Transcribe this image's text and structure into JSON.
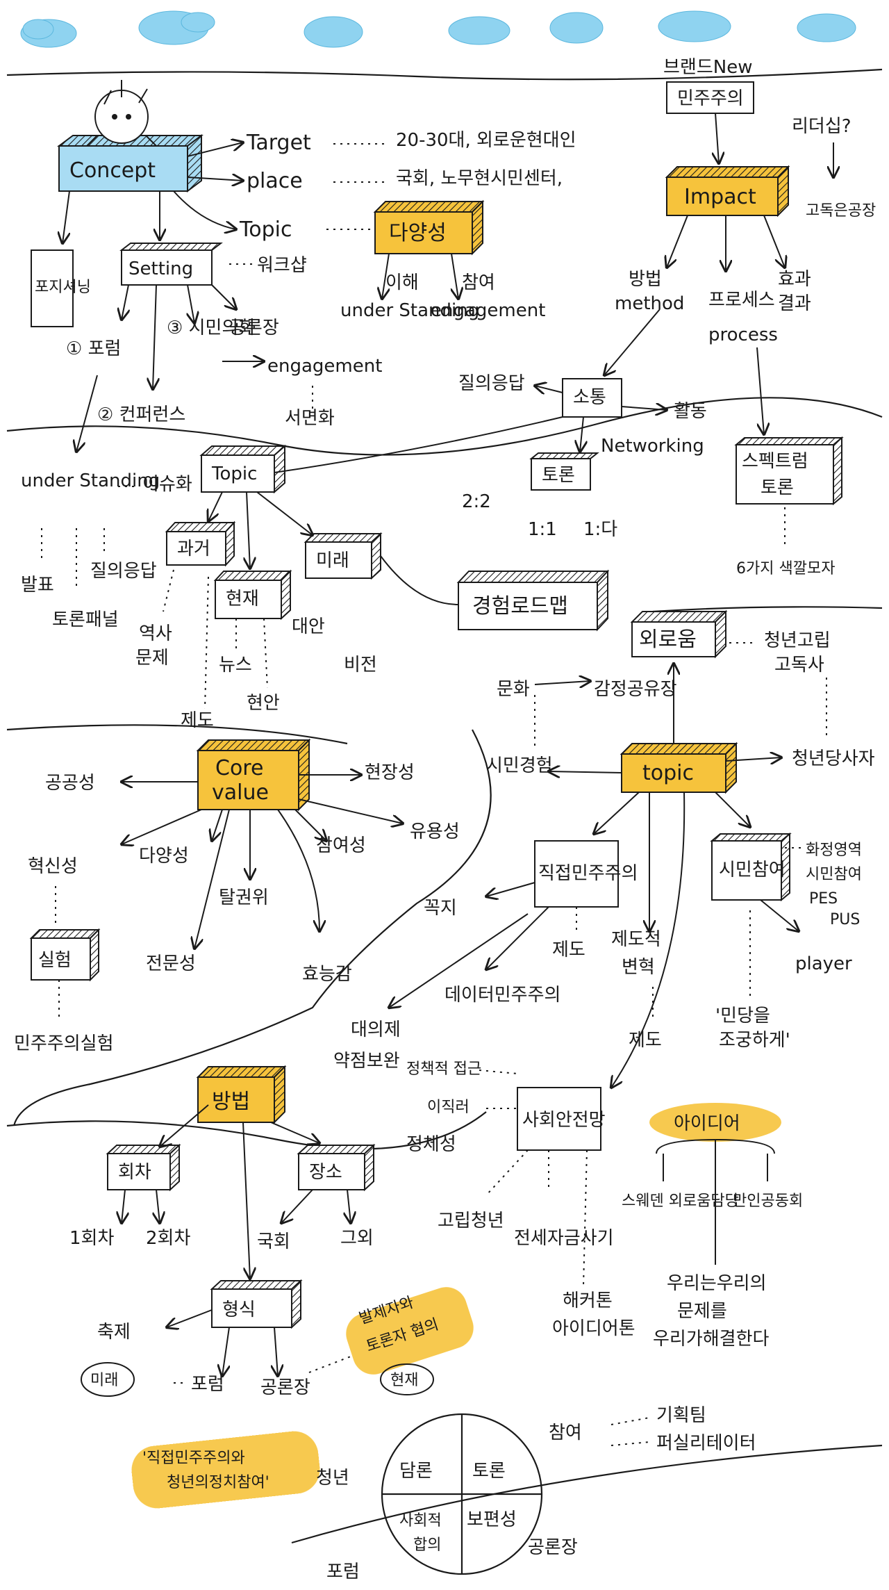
{
  "colors": {
    "ink": "#1a1a1a",
    "highlight": "#f6c33c",
    "sky": "#8fd3f0",
    "concept_fill": "#a9dcf3"
  },
  "nodes": {
    "concept": "Concept",
    "target": "Target",
    "target_detail": "20-30대, 외로운현대인",
    "place": "place",
    "place_detail": "국회, 노무현시민센터,",
    "topic": "Topic",
    "diversity": "다양성",
    "understanding_kr": "이해",
    "participation_kr": "참여",
    "understanding": "under Standing",
    "engagement": "engagement",
    "positioning": "포지셔닝",
    "setting": "Setting",
    "workshop": "워크샵",
    "forum1": "① 포럼",
    "conference2": "② 컨퍼런스",
    "civic_forum3": "③ 시민의회",
    "gongron": "공론장",
    "engagement2": "engagement",
    "written": "서면화",
    "brand_new": "브랜드New",
    "democracy": "민주주의",
    "leadership": "리더십?",
    "impact": "Impact",
    "lonely_public": "고독은공장",
    "method_kr": "방법",
    "method": "method",
    "process_kr": "프로세스",
    "process": "process",
    "effect": "효과",
    "result": "결과",
    "qna": "질의응답",
    "communication": "소통",
    "activity": "활동",
    "networking": "Networking",
    "debate": "토론",
    "r22": "2:2",
    "r11": "1:1",
    "r1n": "1:다",
    "spectrum": "스펙트럼",
    "spectrum_debate": "토론",
    "six_hats": "6가지 색깔모자",
    "understanding_left": "under Standing",
    "issue": "이슈화",
    "topic2": "Topic",
    "presentation": "발표",
    "panel": "토론패널",
    "qna2": "질의응답",
    "past": "과거",
    "present": "현재",
    "future": "미래",
    "history": "역사",
    "problem": "문제",
    "news": "뉴스",
    "system": "제도",
    "pending": "현안",
    "alternative": "대안",
    "vision": "비전",
    "roadmap": "경험로드맵",
    "loneliness": "외로움",
    "isolated_youth": "청년고립",
    "solitary_death": "고독사",
    "culture": "문화",
    "empathy": "감정공유장",
    "civic_exp": "시민경험",
    "topic3": "topic",
    "youth_party": "청년당사자",
    "core": "Core",
    "value": "value",
    "gongong": "공공성",
    "fieldness": "현장성",
    "innovation": "혁신성",
    "diversity2": "다양성",
    "participation2": "참여성",
    "usefulness": "유용성",
    "dehierarchy": "탈권위",
    "expertise": "전문성",
    "efficacy": "효능감",
    "experiment": "실험",
    "democ_experiment": "민주주의실험",
    "direct_democ": "직접민주주의",
    "bottom": "꼭지",
    "system2": "제도",
    "institutional": "제도적",
    "reform": "변혁",
    "system3": "제도",
    "data_democ": "데이터민주주의",
    "representative": "대의제",
    "supplement": "약점보완",
    "civic_part": "시민참여",
    "hwajeong": "화정영역",
    "civic_part2": "시민참여",
    "pes": "PES",
    "pus": "PUS",
    "player": "player",
    "mindang": "'민당을",
    "carefully": "조궁하게'",
    "method2": "방법",
    "round": "회차",
    "round1": "1회차",
    "round2": "2회차",
    "venue": "장소",
    "assembly": "국회",
    "others": "그외",
    "form": "형식",
    "festival": "축제",
    "future2": "미래",
    "forum_f": "포럼",
    "gongron2": "공론장",
    "presenters": "발제자와",
    "debaters": "토론자 협의",
    "current": "현재",
    "direct_youth1": "'직접민주주의와",
    "direct_youth2": "청년의정치참여'",
    "youth": "청년",
    "policy_approach": "정책적 접근",
    "word_of_mouth": "이직러",
    "political": "정체성",
    "social_safety": "사회안전망",
    "isolated_youth2": "고립청년",
    "jeonse_fraud": "전세자금사기",
    "hackathon": "해커톤",
    "idea_thon": "아이디어톤",
    "idea": "아이디어",
    "sweden": "스웨덴 외로움담당",
    "many": "만인공동회",
    "we_solve1": "우리는우리의",
    "we_solve2": "문제를",
    "we_solve3": "우리가해결한다",
    "discourse": "담론",
    "debate3": "토론",
    "social": "사회적",
    "consensus": "합의",
    "universality": "보편성",
    "participation3": "참여",
    "planning": "기획팀",
    "facilitator": "퍼실리테이터",
    "forum_bottom": "포럼",
    "gongron_bottom": "공론장"
  }
}
